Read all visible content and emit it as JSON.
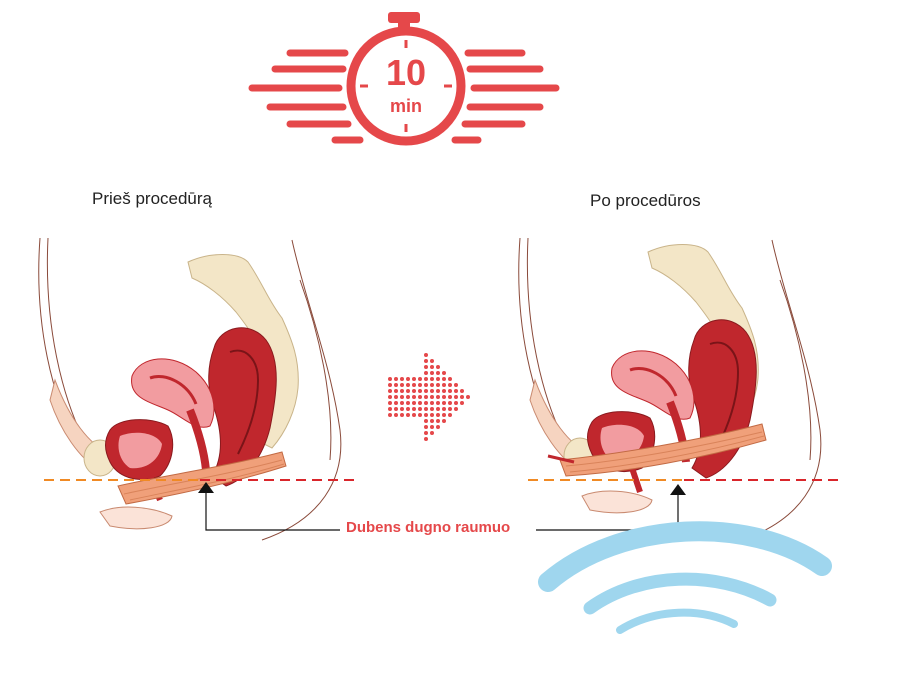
{
  "timer": {
    "number": "10",
    "unit": "min"
  },
  "panels": {
    "before": {
      "label": "Prieš procedūrą"
    },
    "after": {
      "label": "Po procedūros"
    }
  },
  "annotation": {
    "muscle_label": "Dubens dugno raumuo"
  },
  "colors": {
    "accent": "#e5484a",
    "muscle": "#f0a07a",
    "organ_dark": "#c0272d",
    "organ_light": "#f29ca0",
    "bone": "#f3e6c7",
    "wave": "#9fd6ee",
    "dashed_orange": "#f08a24",
    "dashed_red": "#d9262b"
  }
}
